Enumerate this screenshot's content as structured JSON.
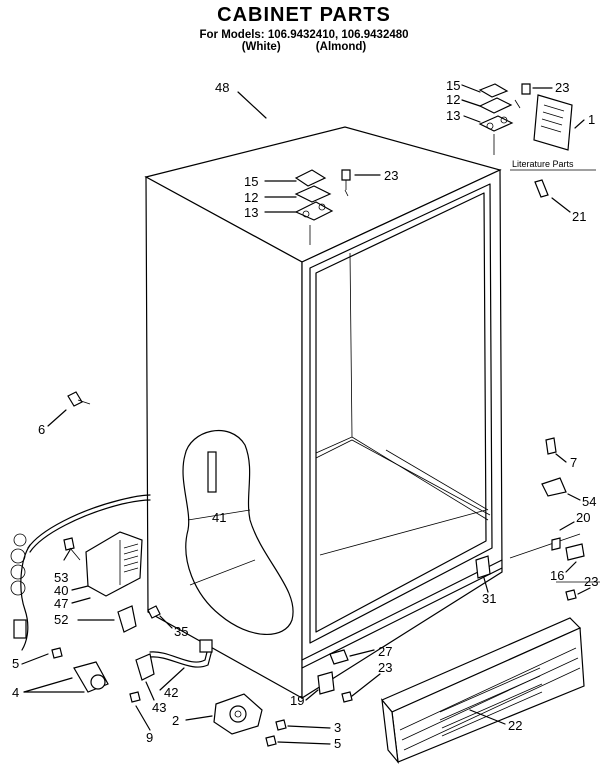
{
  "header": {
    "title": "CABINET PARTS",
    "models_line": "For Models: 106.9432410, 106.9432480",
    "colors_line": "(White)           (Almond)"
  },
  "literature_label": "Literature Parts",
  "callouts": [
    "48",
    "15",
    "12",
    "13",
    "23",
    "1",
    "15",
    "12",
    "13",
    "23",
    "21",
    "6",
    "7",
    "54",
    "20",
    "16",
    "23",
    "41",
    "53",
    "40",
    "47",
    "52",
    "35",
    "31",
    "27",
    "23",
    "19",
    "22",
    "5",
    "4",
    "42",
    "43",
    "9",
    "2",
    "3",
    "5"
  ]
}
